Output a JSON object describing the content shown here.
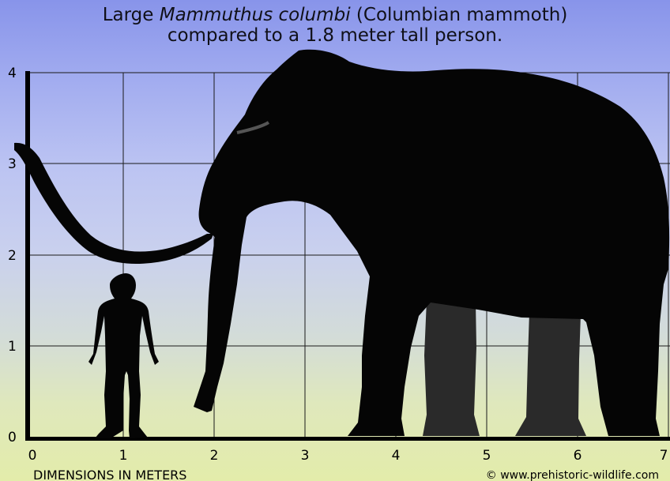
{
  "title": {
    "prefix": "Large ",
    "species": "Mammuthus columbi",
    "suffix": " (Columbian mammoth)",
    "line2": "compared to a 1.8 meter tall person."
  },
  "y_ticks": [
    "0",
    "1",
    "2",
    "3",
    "4"
  ],
  "x_ticks": [
    "0",
    "1",
    "2",
    "3",
    "4",
    "5",
    "6",
    "7"
  ],
  "caption": "DIMENSIONS IN METERS",
  "credit": "© www.prehistoric-wildlife.com",
  "colors": {
    "silhouette": "#050505",
    "far_legs": "#2a2a2a",
    "grid": "#1a1a1a"
  }
}
